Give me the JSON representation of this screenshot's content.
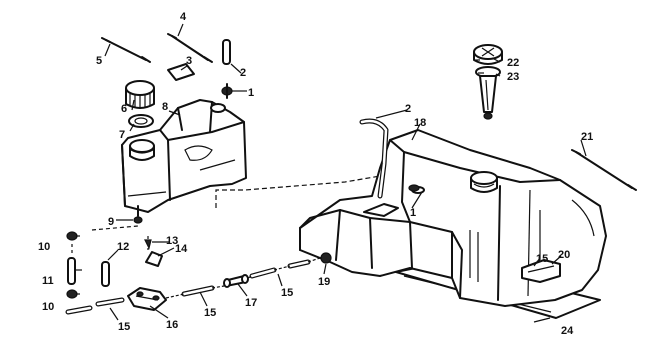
{
  "labels": {
    "l1a": "1",
    "l1b": "1",
    "l2a": "2",
    "l2b": "2",
    "l3": "3",
    "l4": "4",
    "l5": "5",
    "l6": "6",
    "l7": "7",
    "l8": "8",
    "l9": "9",
    "l10a": "10",
    "l10b": "10",
    "l11": "11",
    "l12": "12",
    "l13": "13",
    "l14": "14",
    "l15a": "15",
    "l15b": "15",
    "l15c": "15",
    "l15d": "15",
    "l16": "16",
    "l17": "17",
    "l18": "18",
    "l19": "19",
    "l20": "20",
    "l21": "21",
    "l22": "22",
    "l23": "23",
    "l24": "24"
  }
}
